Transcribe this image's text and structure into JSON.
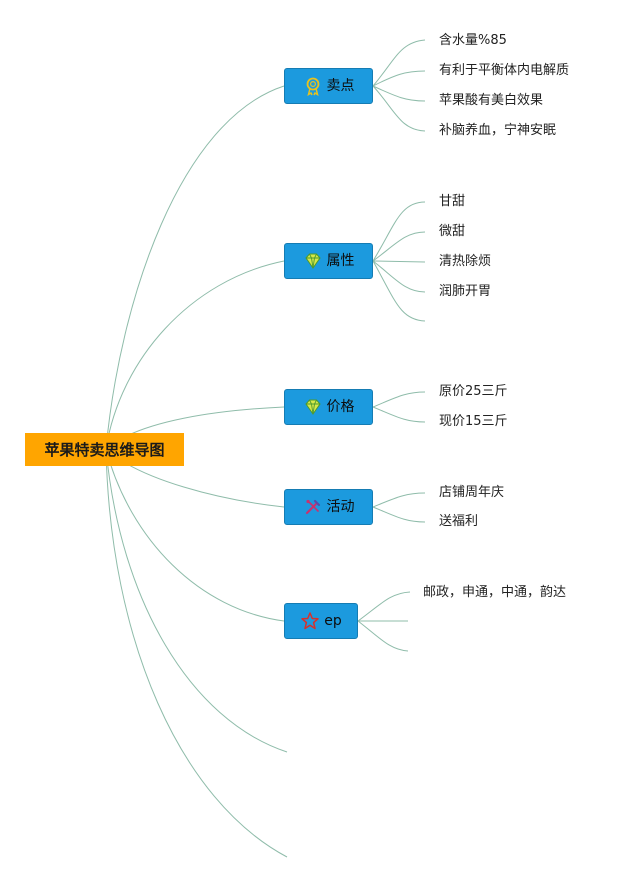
{
  "root": {
    "title": "苹果特卖思维导图"
  },
  "branches": [
    {
      "label": "卖点",
      "icon": "award-ribbon-icon",
      "leaves": [
        "含水量%85",
        "有利于平衡体内电解质",
        "苹果酸有美白效果",
        "补脑养血，宁神安眠"
      ]
    },
    {
      "label": "属性",
      "icon": "diamond-icon",
      "leaves": [
        "甘甜",
        "微甜",
        "清热除烦",
        "润肺开胃",
        ""
      ]
    },
    {
      "label": "价格",
      "icon": "diamond-icon",
      "leaves": [
        "原价25三斤",
        "现价15三斤"
      ]
    },
    {
      "label": "活动",
      "icon": "tools-icon",
      "leaves": [
        "店铺周年庆",
        "送福利"
      ]
    },
    {
      "label": "ep",
      "icon": "star-icon",
      "leaves": [
        "邮政，申通，中通，韵达",
        "",
        ""
      ]
    }
  ],
  "colors": {
    "root": "#ffa500",
    "branch": "#1c9ade",
    "connector": "#8fbcaa"
  }
}
